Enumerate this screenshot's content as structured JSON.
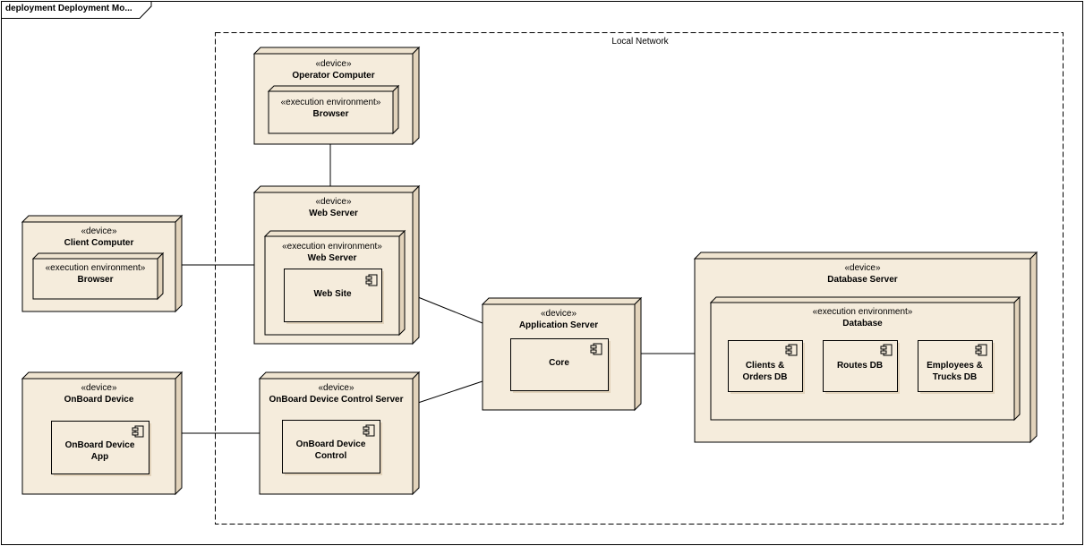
{
  "diagram": {
    "title": "deployment Deployment Mo...",
    "local_network_label": "Local Network",
    "colors": {
      "node_fill": "#f5ecdc",
      "node_top": "#efe4d0",
      "node_side": "#e2d3bb",
      "stroke": "#000000"
    },
    "nodes": {
      "operator_computer": {
        "stereotype": "«device»",
        "name": "Operator Computer",
        "env": {
          "stereotype": "«execution environment»",
          "name": "Browser"
        }
      },
      "web_server": {
        "stereotype": "«device»",
        "name": "Web Server",
        "env": {
          "stereotype": "«execution environment»",
          "name": "Web Server",
          "component": {
            "name": "Web Site",
            "icon": "component-icon"
          }
        }
      },
      "client_computer": {
        "stereotype": "«device»",
        "name": "Client Computer",
        "env": {
          "stereotype": "«execution environment»",
          "name": "Browser"
        }
      },
      "onboard_device": {
        "stereotype": "«device»",
        "name": "OnBoard Device",
        "component": {
          "line1": "OnBoard Device",
          "line2": "App",
          "icon": "component-icon"
        }
      },
      "onboard_control_server": {
        "stereotype": "«device»",
        "name": "OnBoard Device Control Server",
        "component": {
          "line1": "OnBoard Device",
          "line2": "Control",
          "icon": "component-icon"
        }
      },
      "application_server": {
        "stereotype": "«device»",
        "name": "Application Server",
        "component": {
          "name": "Core",
          "icon": "component-icon"
        }
      },
      "database_server": {
        "stereotype": "«device»",
        "name": "Database Server",
        "env": {
          "stereotype": "«execution environment»",
          "name": "Database",
          "components": [
            {
              "line1": "Clients &",
              "line2": "Orders DB",
              "icon": "component-icon"
            },
            {
              "line1": "Routes DB",
              "line2": "",
              "icon": "component-icon"
            },
            {
              "line1": "Employees &",
              "line2": "Trucks DB",
              "icon": "component-icon"
            }
          ]
        }
      }
    }
  }
}
